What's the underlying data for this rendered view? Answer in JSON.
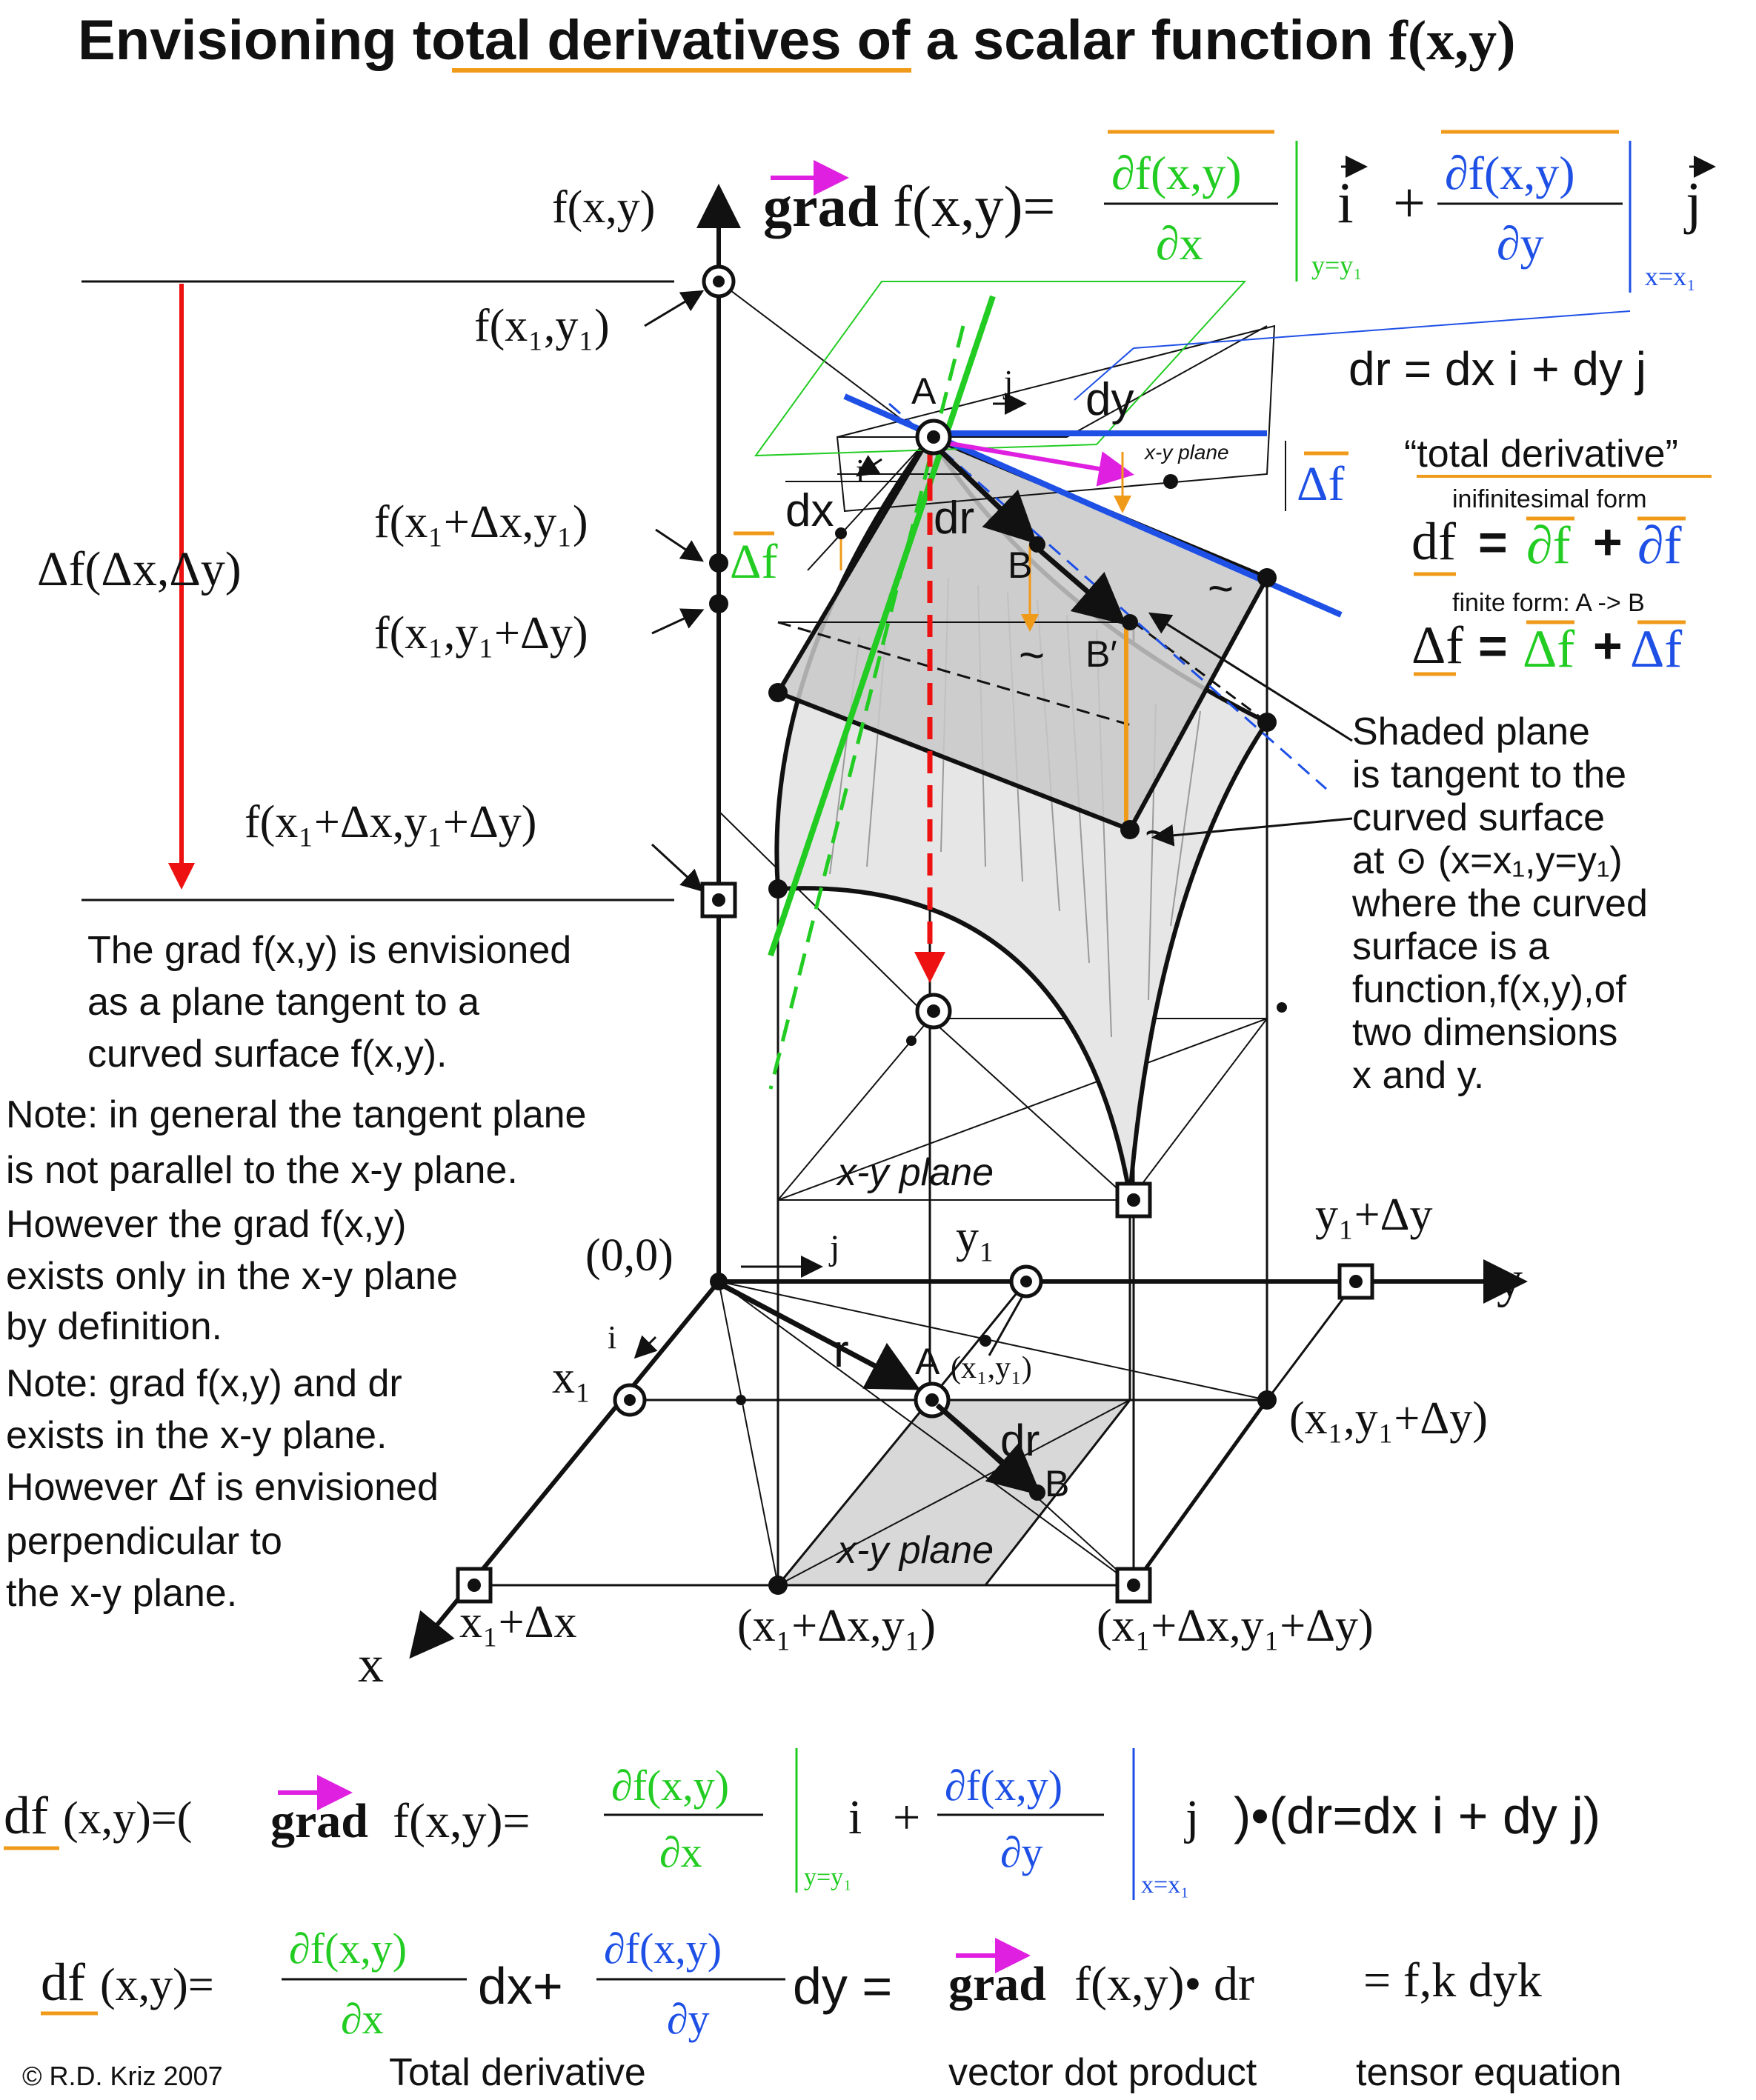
{
  "title": {
    "part1": "Envisioning ",
    "underlined": "total derivatives",
    "part2": " of a scalar function ",
    "func": "f(x,y)"
  },
  "colors": {
    "green": "#22cc22",
    "blue": "#1e50e6",
    "orange": "#f09a1a",
    "magenta": "#e020e0",
    "red": "#ee1111",
    "shade": "#cfcfcf",
    "ink": "#111111"
  },
  "eq_grad_top": {
    "grad": "grad",
    "lhs": "f(x,y)=",
    "num": "∂f(x,y)",
    "den_x": "∂x",
    "den_y": "∂y",
    "eval_y": "y=y₁",
    "eval_x": "x=x₁",
    "i": "i",
    "plus": "+",
    "j": "j"
  },
  "eq_dr": "dr = dx i + dy j",
  "total_derivative_box": {
    "heading": "“total derivative”",
    "inf_label": "inifinitesimal form",
    "df": "df",
    "eq": "=",
    "pdf": "∂f",
    "plus": "+",
    "finite_label": "finite form: A -> B",
    "Df": "Δf"
  },
  "axis_labels": {
    "fxy": "f(x,y)",
    "x": "x",
    "y": "y",
    "origin": "(0,0)"
  },
  "f_labels": {
    "f_x1_y1": "f(x₁,y₁)",
    "f_x1dx_y1": "f(x₁+Δx,y₁)",
    "f_x1_y1dy": "f(x₁,y₁+Δy)",
    "f_x1dx_y1dy": "f(x₁+Δx,y₁+Δy)",
    "delta_f": "Δf(Δx,Δy)"
  },
  "point_labels": {
    "A": "A",
    "B": "B",
    "Bp": "B′",
    "dx": "dx",
    "dy": "dy",
    "dr": "dr",
    "r": "r",
    "i": "i",
    "j": "j",
    "delta_f": "Δf",
    "xy_plane_small": "x-y plane",
    "xy_plane": "x-y plane",
    "A_xy": "A",
    "A_coord": "(x₁,y₁)",
    "y1": "y₁",
    "y1dy": "y₁+Δy",
    "x1": "x₁",
    "x1dx": "x₁+Δx",
    "p_x1dx_y1": "(x₁+Δx,y₁)",
    "p_x1dx_y1dy": "(x₁+Δx,y₁+Δy)",
    "p_x1_y1dy": "(x₁,y₁+Δy)",
    "tilde": "~"
  },
  "right_note": [
    "Shaded plane",
    "is tangent to the",
    "curved surface",
    "at ⊙ (x=x₁,y=y₁)",
    "where the curved",
    "surface is a",
    "function,f(x,y),of",
    "two dimensions",
    "x and y."
  ],
  "left_note_1": [
    "The grad f(x,y) is envisioned",
    "as a plane tangent to a",
    "curved surface f(x,y)."
  ],
  "left_note_2": [
    "Note: in general the tangent plane",
    "is not parallel to the x-y plane.",
    "However the grad f(x,y)",
    "exists only in the x-y plane",
    "by definition."
  ],
  "left_note_3": [
    "Note: grad f(x,y) and dr",
    "exists in the x-y plane.",
    "However Δf is envisioned",
    "perpendicular to",
    "the x-y plane."
  ],
  "eq_bottom_1": {
    "df": "df",
    "lhs": "(x,y)=(",
    "grad": "grad",
    "mid": "f(x,y)=",
    "num": "∂f(x,y)",
    "den_x": "∂x",
    "den_y": "∂y",
    "eval_y": "y=y₁",
    "eval_x": "x=x₁",
    "i": "i",
    "plus": "+",
    "j": "j",
    "tail": ")•(dr=dx i + dy j)"
  },
  "eq_bottom_2": {
    "df": "df",
    "lhs": "(x,y)=",
    "num": "∂f(x,y)",
    "den_x": "∂x",
    "dx": "dx+",
    "den_y": "∂y",
    "dy": "dy =",
    "grad": "grad",
    "gf": "f(x,y)• dr",
    "tensor": "= f,k dyk"
  },
  "footer": {
    "copyright": "© R.D. Kriz 2007",
    "total": "Total derivative",
    "dot": "vector dot product",
    "tensor": "tensor equation"
  }
}
